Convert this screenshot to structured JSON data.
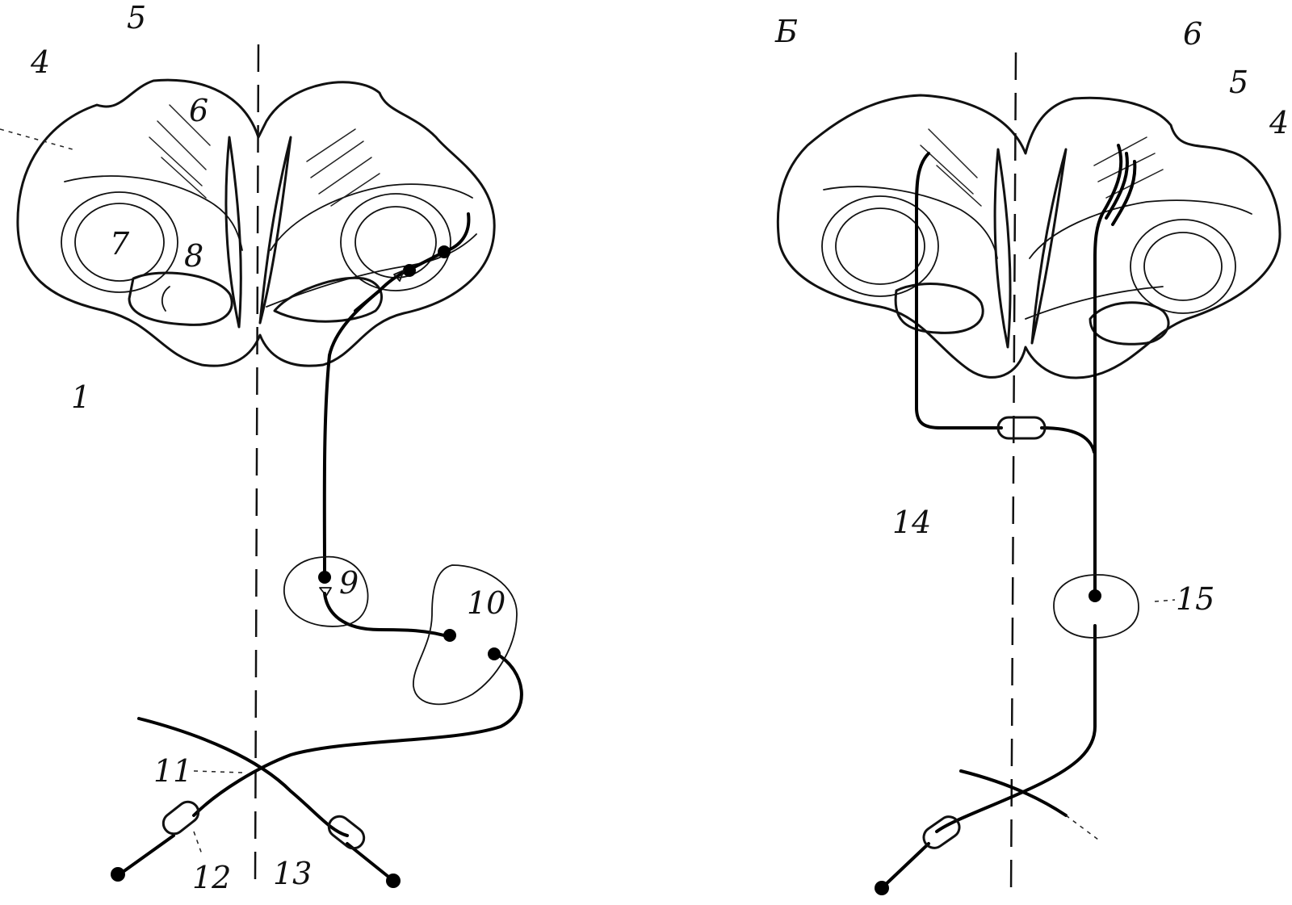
{
  "panels": {
    "left": {
      "labels": {
        "l1": "1",
        "l4": "4",
        "l5": "5",
        "l6": "6",
        "l7": "7",
        "l8": "8",
        "l9": "9",
        "l10": "10",
        "l11": "11",
        "l12": "12",
        "l13": "13"
      }
    },
    "right": {
      "label_b": "Б",
      "labels": {
        "l4": "4",
        "l5": "5",
        "l6": "6",
        "l14": "14",
        "l15": "15"
      }
    }
  }
}
